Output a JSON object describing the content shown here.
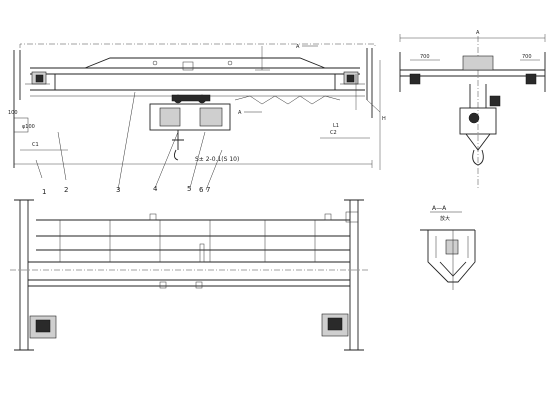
{
  "callouts": [
    "1",
    "2",
    "3",
    "4",
    "5",
    "6",
    "7"
  ],
  "dims": {
    "span": "S± 2-0.1(S 10)",
    "phi": "φ100",
    "c1": "C1",
    "c2": "C2",
    "l1": "L1",
    "h": "H",
    "d700a": "700",
    "d700b": "700",
    "label_100": "100"
  },
  "section": {
    "label_top": "A",
    "label_mark": "A",
    "title": "A—A",
    "caption": "放大"
  }
}
